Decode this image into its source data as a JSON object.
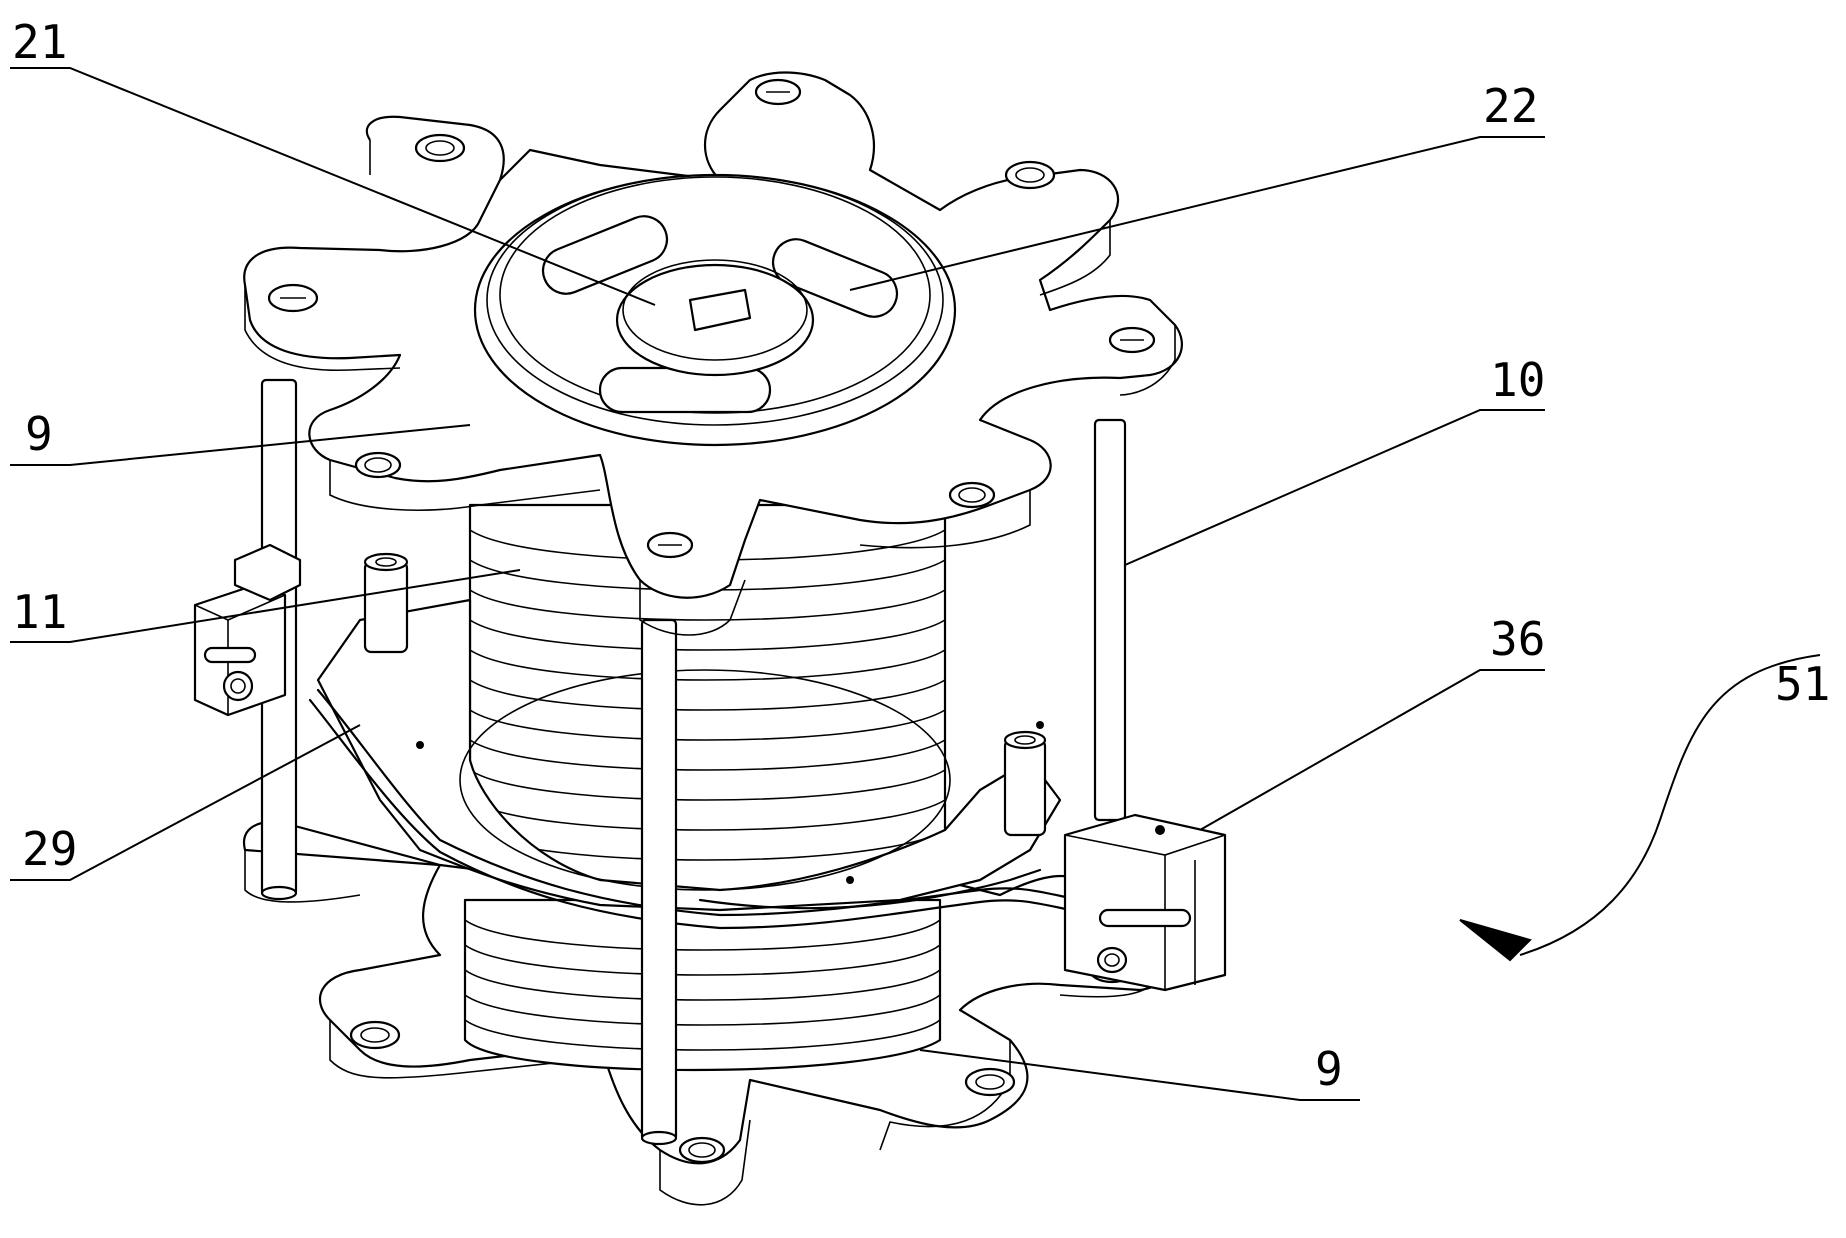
{
  "labels": {
    "l21": "21",
    "l22": "22",
    "l9_top": "9",
    "l10": "10",
    "l11": "11",
    "l36": "36",
    "l29": "29",
    "l51": "51",
    "l9_bottom": "9"
  }
}
